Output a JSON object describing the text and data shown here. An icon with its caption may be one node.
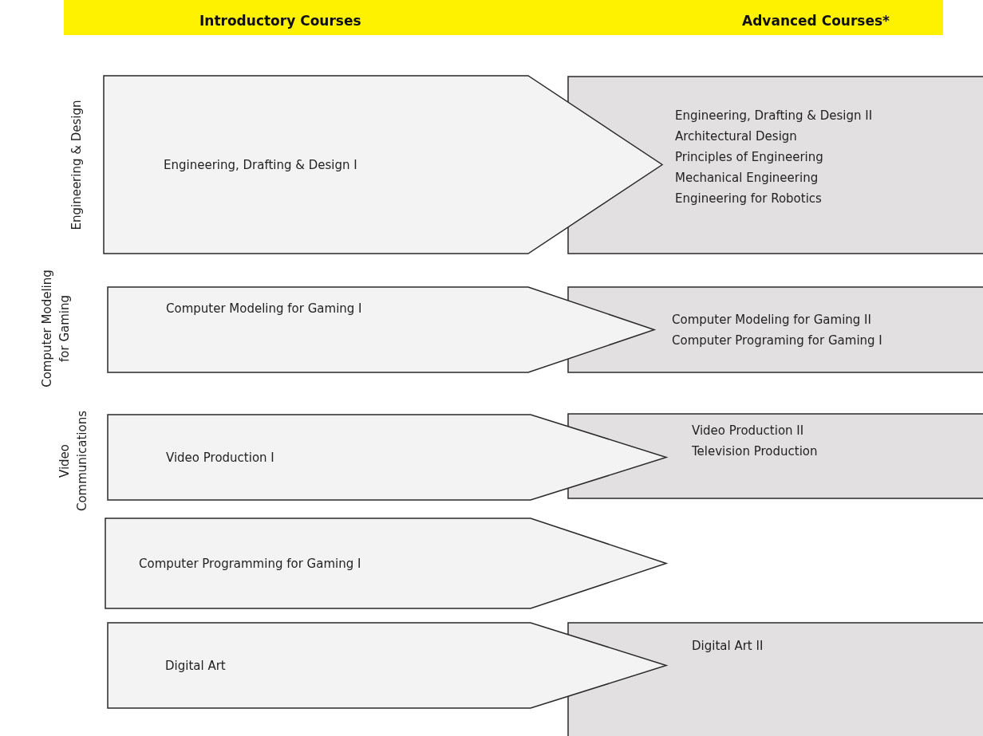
{
  "diagram": {
    "nodes": [
      {
        "text": [
          "Engineering, Drafting & Design I"
        ]
      },
      {
        "text": [
          "Engineering, Drafting & Design II",
          "Architectural Design",
          "Principles of Engineering",
          "Mechanical Engineering",
          "Engineering for Robotics"
        ]
      },
      {
        "text": [
          "Computer Modeling for Gaming I"
        ]
      },
      {
        "text": [
          "Computer Modeling for Gaming II",
          "Computer Programing for Gaming I"
        ]
      },
      {
        "text": [
          "Video Production I"
        ]
      },
      {
        "text": [
          "Video Production II",
          "Television Production"
        ]
      },
      {
        "text": [
          "Computer Programming for Gaming I"
        ]
      },
      {
        "text": [
          "Digital Art"
        ]
      },
      {
        "text": [
          "Digital Art II"
        ]
      }
    ],
    "labels": [
      "Introductory Courses",
      "Advanced Courses*",
      "Engineering & Design",
      "Computer Modeling for Gaming",
      "Video Communications"
    ]
  }
}
